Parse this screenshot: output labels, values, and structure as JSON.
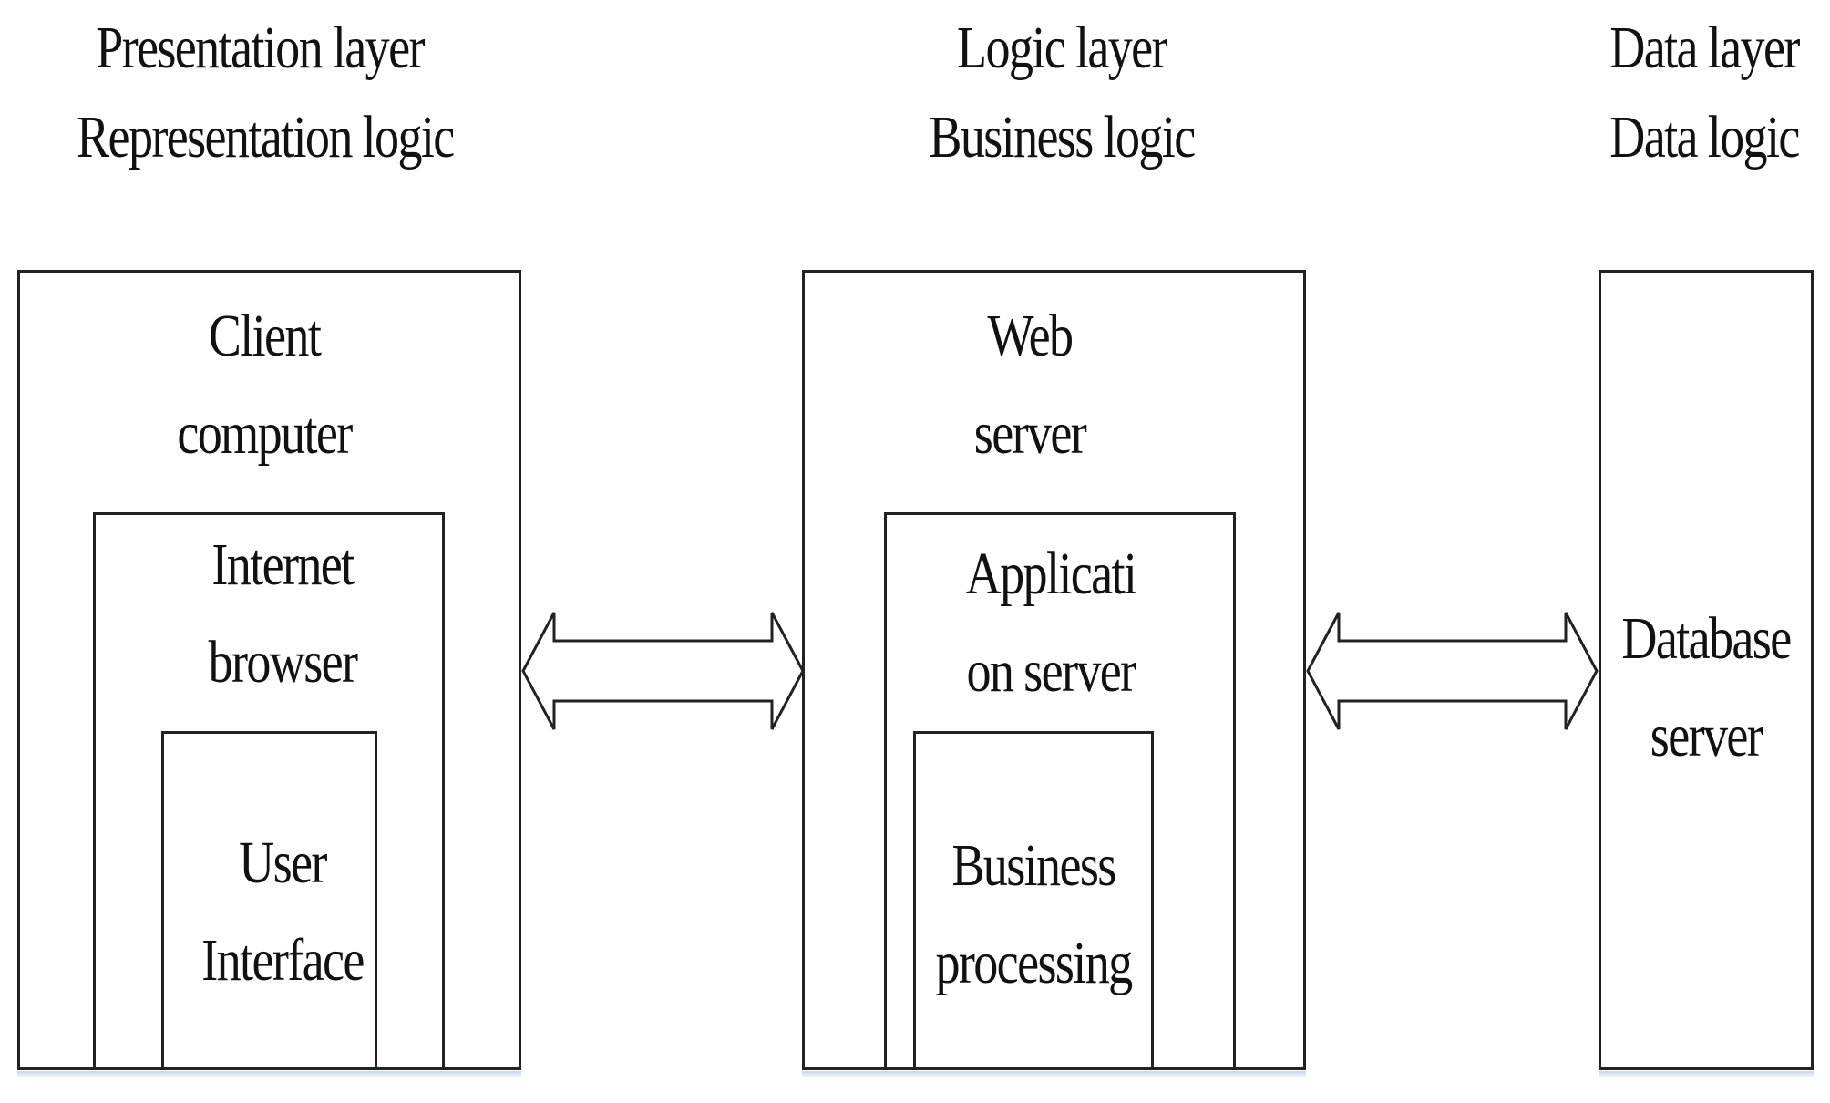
{
  "headers": {
    "presentation": {
      "line1": "Presentation layer",
      "line2": "Representation logic"
    },
    "logic": {
      "line1": "Logic layer",
      "line2": "Business logic"
    },
    "data": {
      "line1": "Data layer",
      "line2": "Data logic"
    }
  },
  "client": {
    "label_line1": "Client",
    "label_line2": "computer",
    "browser": {
      "label_line1": "Internet",
      "label_line2": "browser"
    },
    "ui": {
      "label_line1": "User",
      "label_line2": "Interface"
    }
  },
  "web": {
    "label_line1": "Web",
    "label_line2": "server",
    "app": {
      "label_line1": "Applicati",
      "label_line2": "on server"
    },
    "business": {
      "label_line1": "Business",
      "label_line2": "processing"
    }
  },
  "database": {
    "label_line1": "Database",
    "label_line2": "server"
  },
  "colors": {
    "stroke": "#222222",
    "text": "#111111",
    "shadow": "#c9d7ea"
  }
}
